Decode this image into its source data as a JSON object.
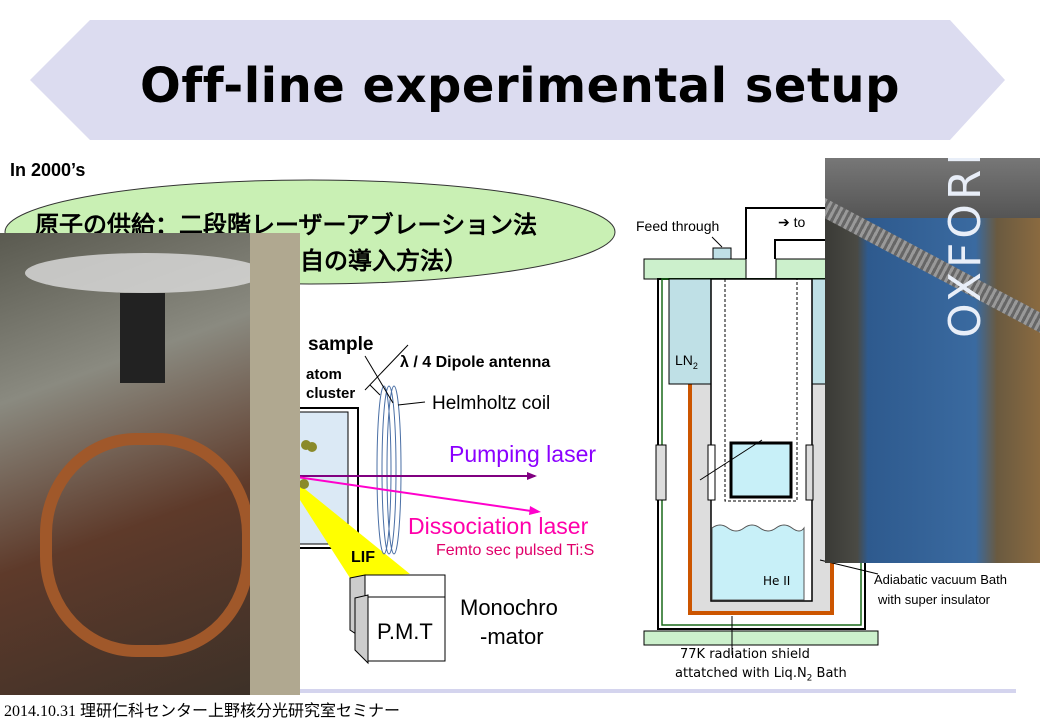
{
  "slide": {
    "title": "Off-line experimental setup",
    "era": "In 2000’s",
    "callout_line1": "原子の供給：二段階レーザーアブレーション法",
    "callout_line2": "自の導入方法）",
    "footer": "2014.10.31  理研仁科センター上野核分光研究室セミナー"
  },
  "setup_diagram": {
    "sample": "sample",
    "atom": "atom",
    "cluster": "cluster",
    "antenna": "λ / 4 Dipole antenna",
    "coil": "Helmholtz coil",
    "pumping": "Pumping laser",
    "dissociation": "Dissociation laser",
    "femto": "Femto sec pulsed Ti:S",
    "lif": "LIF",
    "pmt": "P.M.T",
    "mono1": "Monochro",
    "mono2": "-mator"
  },
  "cryostat": {
    "feed": "Feed through",
    "to": "to",
    "ln2": "LN",
    "ln2_sub": "2",
    "he": "He II",
    "adiabatic1": "Adiabatic vacuum Bath",
    "adiabatic2": "with super insulator",
    "shield1": "77K radiation shield",
    "shield2": "attatched with Liq.N",
    "shield2_sub": "2",
    "shield2_end": " Bath"
  },
  "photo_right": {
    "brand": "OXFORD"
  },
  "colors": {
    "banner": "#dcdcf0",
    "callout": "#c9f0b4",
    "pumping": "#8b00ff",
    "dissociation": "#ff00aa",
    "femto": "#e0006a",
    "lif": "#ffff00",
    "plate": "#ccf0cc",
    "ln2": "#bfe0e6",
    "shield": "#cc5500",
    "liquid": "#c8f0f8"
  }
}
